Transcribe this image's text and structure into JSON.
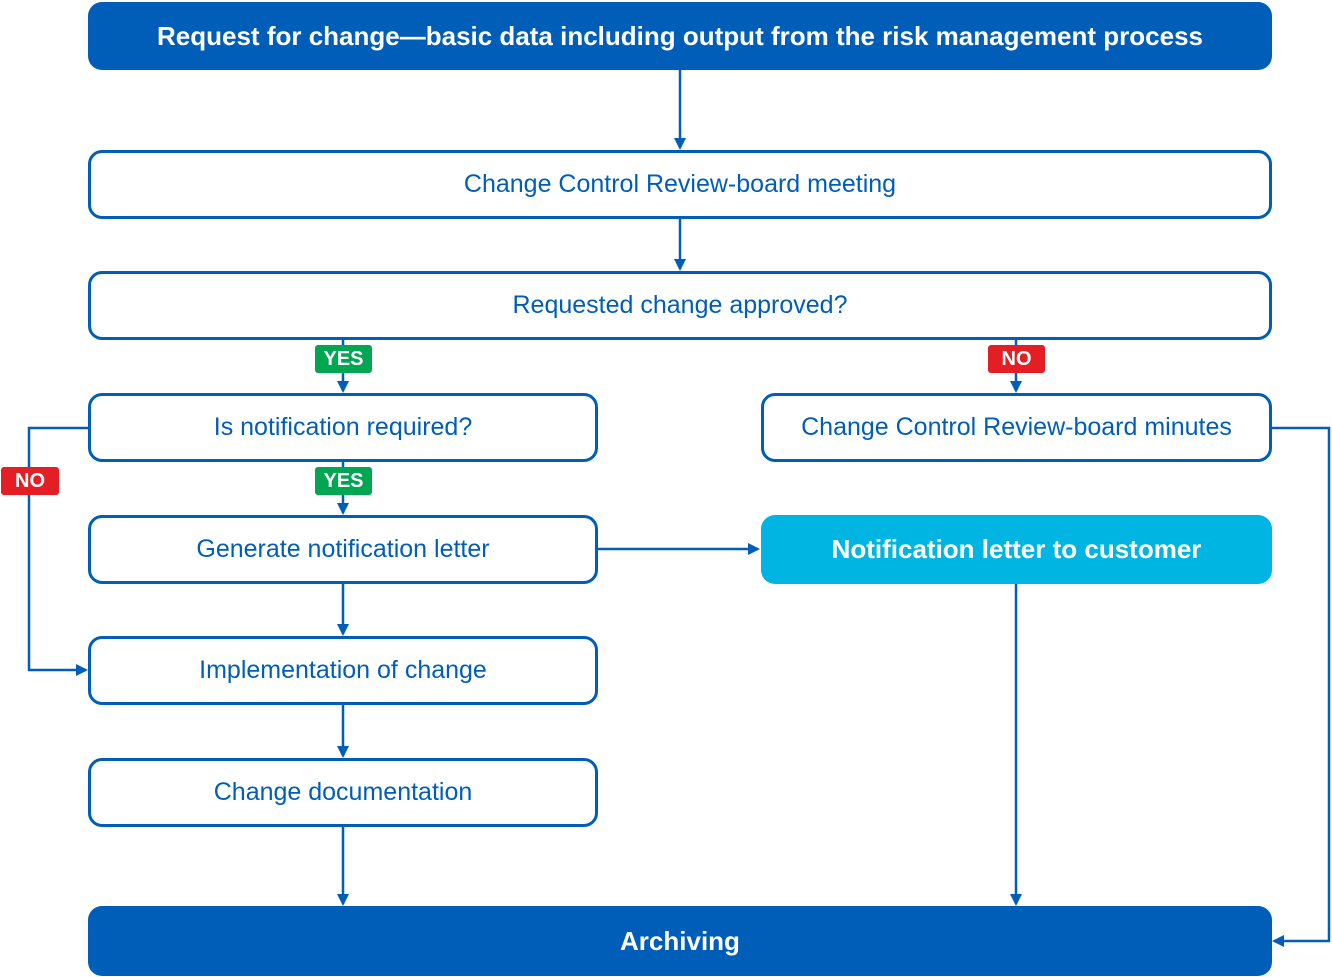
{
  "diagram": {
    "nodes": {
      "request": "Request for change—basic data including output from the risk management process",
      "review_meeting": "Change Control Review-board meeting",
      "approved": "Requested change approved?",
      "notification_required": "Is notification required?",
      "board_minutes": "Change Control Review-board minutes",
      "generate_letter": "Generate notification letter",
      "letter_to_customer": "Notification letter to customer",
      "implementation": "Implementation of change",
      "documentation": "Change documentation",
      "archiving": "Archiving"
    },
    "labels": {
      "yes_approved": "YES",
      "no_approved": "NO",
      "yes_notification": "YES",
      "no_notification": "NO"
    },
    "colors": {
      "primary": "#005eb8",
      "accent": "#00b5e2",
      "yes": "#00a651",
      "no": "#e31e24"
    }
  }
}
